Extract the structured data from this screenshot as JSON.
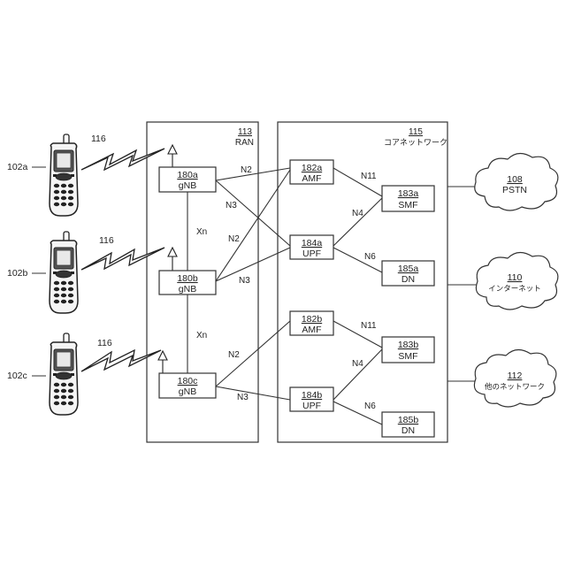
{
  "ran": {
    "ref": "113",
    "label": "RAN"
  },
  "core": {
    "ref": "115",
    "label": "コアネットワーク"
  },
  "phones": [
    {
      "ref": "102a",
      "link": "116"
    },
    {
      "ref": "102b",
      "link": "116"
    },
    {
      "ref": "102c",
      "link": "116"
    }
  ],
  "gnbs": [
    {
      "ref": "180a",
      "label": "gNB"
    },
    {
      "ref": "180b",
      "label": "gNB"
    },
    {
      "ref": "180c",
      "label": "gNB"
    }
  ],
  "amfs": [
    {
      "ref": "182a",
      "label": "AMF"
    },
    {
      "ref": "182b",
      "label": "AMF"
    }
  ],
  "upfs": [
    {
      "ref": "184a",
      "label": "UPF"
    },
    {
      "ref": "184b",
      "label": "UPF"
    }
  ],
  "smfs": [
    {
      "ref": "183a",
      "label": "SMF"
    },
    {
      "ref": "183b",
      "label": "SMF"
    }
  ],
  "dns": [
    {
      "ref": "185a",
      "label": "DN"
    },
    {
      "ref": "185b",
      "label": "DN"
    }
  ],
  "clouds": [
    {
      "ref": "108",
      "label": "PSTN"
    },
    {
      "ref": "110",
      "label": "インターネット"
    },
    {
      "ref": "112",
      "label": "他のネットワーク"
    }
  ],
  "interfaces": {
    "xn1": "Xn",
    "xn2": "Xn",
    "n2a": "N2",
    "n3a": "N3",
    "n2b": "N2",
    "n3b": "N3",
    "n2c": "N2",
    "n3c": "N3",
    "n11a": "N11",
    "n4a": "N4",
    "n6a": "N6",
    "n11b": "N11",
    "n4b": "N4",
    "n6b": "N6"
  }
}
